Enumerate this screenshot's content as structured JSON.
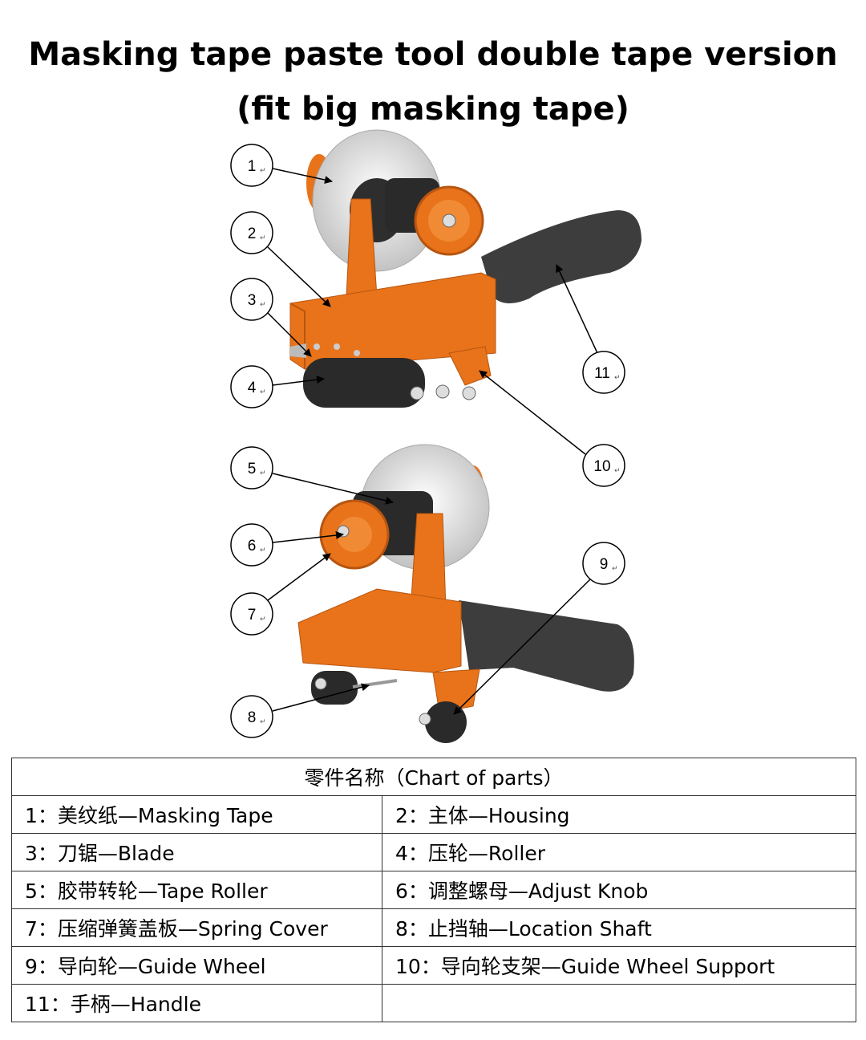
{
  "title": {
    "line1": "Masking tape paste tool double tape version",
    "line2": "(fit big masking tape)"
  },
  "callouts": [
    {
      "n": "1",
      "part": "Masking Tape"
    },
    {
      "n": "2",
      "part": "Housing"
    },
    {
      "n": "3",
      "part": "Blade"
    },
    {
      "n": "4",
      "part": "Roller"
    },
    {
      "n": "5",
      "part": "Tape Roller"
    },
    {
      "n": "6",
      "part": "Adjust Knob"
    },
    {
      "n": "7",
      "part": "Spring Cover"
    },
    {
      "n": "8",
      "part": "Location Shaft"
    },
    {
      "n": "9",
      "part": "Guide Wheel"
    },
    {
      "n": "10",
      "part": "Guide Wheel Support"
    },
    {
      "n": "11",
      "part": "Handle"
    }
  ],
  "return_mark": "↵",
  "colors": {
    "housing_orange": "#e8731a",
    "tape_grey": "#d9d9d9",
    "handle_dark": "#3d3d3d",
    "roller_black": "#2a2a2a"
  },
  "chart": {
    "header": "零件名称（Chart of parts）",
    "rows": [
      [
        "1：美纹纸—Masking Tape",
        "2：主体—Housing"
      ],
      [
        "3：刀锯—Blade",
        "4：压轮—Roller"
      ],
      [
        "5：胶带转轮—Tape Roller",
        "6：调整螺母—Adjust Knob"
      ],
      [
        "7：压缩弹簧盖板—Spring Cover",
        "8：止挡轴—Location Shaft"
      ],
      [
        "9：导向轮—Guide Wheel",
        "10：导向轮支架—Guide Wheel Support"
      ],
      [
        "11：手柄—Handle",
        ""
      ]
    ]
  }
}
